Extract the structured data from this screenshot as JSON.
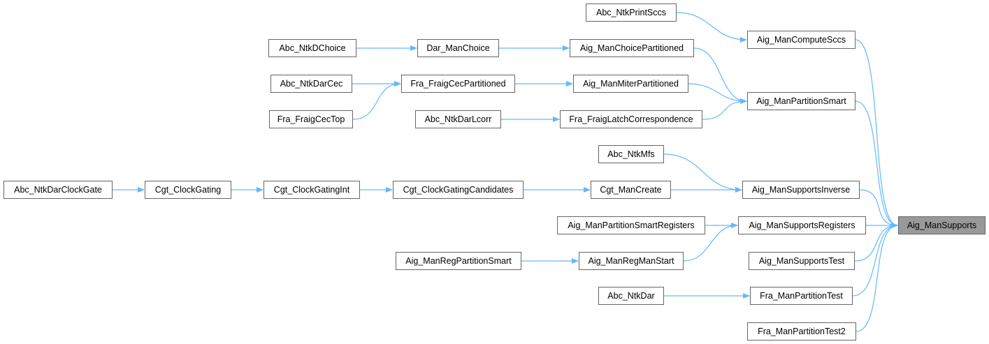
{
  "graph": {
    "root": "n0",
    "nodes": [
      {
        "id": "n0",
        "label": "Aig_ManSupports"
      },
      {
        "id": "n1",
        "label": "Aig_ManComputeSccs"
      },
      {
        "id": "n2",
        "label": "Abc_NtkPrintSccs"
      },
      {
        "id": "n3",
        "label": "Aig_ManPartitionSmart"
      },
      {
        "id": "n4",
        "label": "Aig_ManChoicePartitioned"
      },
      {
        "id": "n5",
        "label": "Dar_ManChoice"
      },
      {
        "id": "n6",
        "label": "Abc_NtkDChoice"
      },
      {
        "id": "n7",
        "label": "Aig_ManMiterPartitioned"
      },
      {
        "id": "n8",
        "label": "Fra_FraigCecPartitioned"
      },
      {
        "id": "n9",
        "label": "Abc_NtkDarCec"
      },
      {
        "id": "n10",
        "label": "Fra_FraigCecTop"
      },
      {
        "id": "n11",
        "label": "Fra_FraigLatchCorrespondence"
      },
      {
        "id": "n12",
        "label": "Abc_NtkDarLcorr"
      },
      {
        "id": "n13",
        "label": "Aig_ManSupportsInverse"
      },
      {
        "id": "n14",
        "label": "Abc_NtkMfs"
      },
      {
        "id": "n15",
        "label": "Cgt_ManCreate"
      },
      {
        "id": "n16",
        "label": "Cgt_ClockGatingCandidates"
      },
      {
        "id": "n17",
        "label": "Cgt_ClockGatingInt"
      },
      {
        "id": "n18",
        "label": "Cgt_ClockGating"
      },
      {
        "id": "n19",
        "label": "Abc_NtkDarClockGate"
      },
      {
        "id": "n20",
        "label": "Aig_ManSupportsRegisters"
      },
      {
        "id": "n21",
        "label": "Aig_ManPartitionSmartRegisters"
      },
      {
        "id": "n22",
        "label": "Aig_ManRegManStart"
      },
      {
        "id": "n23",
        "label": "Aig_ManRegPartitionSmart"
      },
      {
        "id": "n24",
        "label": "Aig_ManSupportsTest"
      },
      {
        "id": "n25",
        "label": "Fra_ManPartitionTest"
      },
      {
        "id": "n26",
        "label": "Abc_NtkDar"
      },
      {
        "id": "n27",
        "label": "Fra_ManPartitionTest2"
      }
    ],
    "edges": [
      [
        "n1",
        "n0"
      ],
      [
        "n3",
        "n0"
      ],
      [
        "n13",
        "n0"
      ],
      [
        "n20",
        "n0"
      ],
      [
        "n24",
        "n0"
      ],
      [
        "n25",
        "n0"
      ],
      [
        "n27",
        "n0"
      ],
      [
        "n2",
        "n1"
      ],
      [
        "n4",
        "n3"
      ],
      [
        "n7",
        "n3"
      ],
      [
        "n11",
        "n3"
      ],
      [
        "n5",
        "n4"
      ],
      [
        "n6",
        "n5"
      ],
      [
        "n8",
        "n7"
      ],
      [
        "n9",
        "n8"
      ],
      [
        "n10",
        "n8"
      ],
      [
        "n12",
        "n11"
      ],
      [
        "n14",
        "n13"
      ],
      [
        "n15",
        "n13"
      ],
      [
        "n16",
        "n15"
      ],
      [
        "n17",
        "n16"
      ],
      [
        "n18",
        "n17"
      ],
      [
        "n19",
        "n18"
      ],
      [
        "n21",
        "n20"
      ],
      [
        "n22",
        "n20"
      ],
      [
        "n23",
        "n22"
      ],
      [
        "n26",
        "n25"
      ]
    ],
    "colors": {
      "edge": "#63b8ff",
      "node_border": "#666666",
      "node_fill": "#ffffff",
      "root_fill": "#999999"
    }
  }
}
